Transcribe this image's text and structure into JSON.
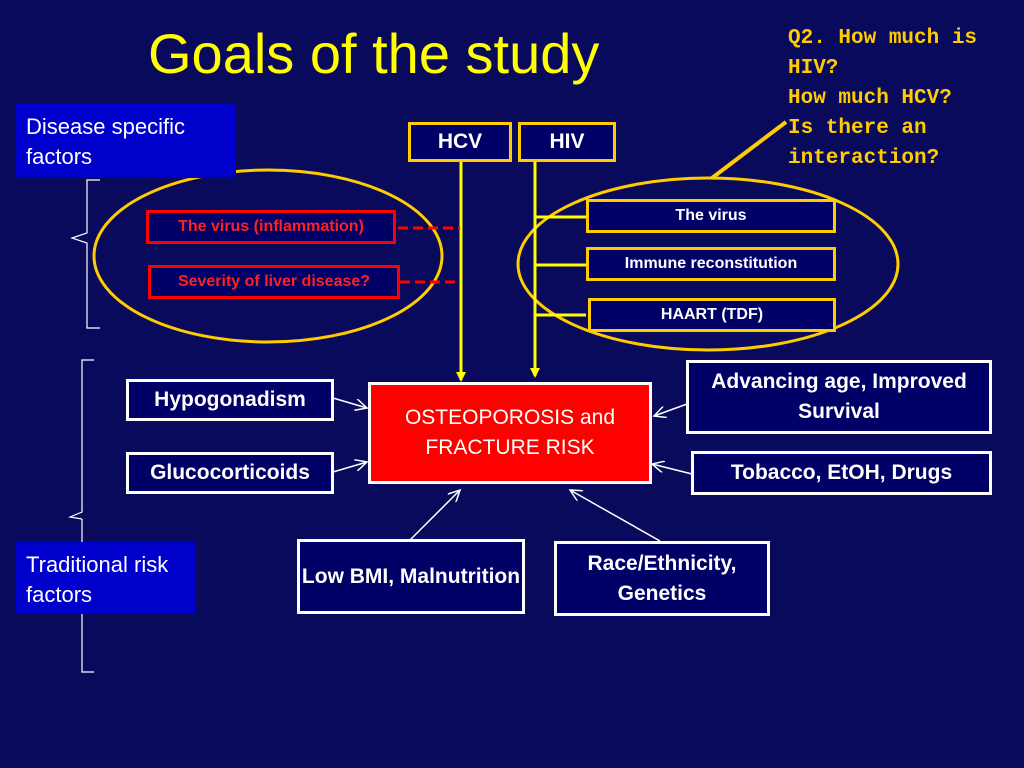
{
  "title": "Goals of the study",
  "question": [
    "Q2. How much is",
    "HIV?",
    "How much HCV?",
    "Is there an",
    "interaction?"
  ],
  "disease_specific": "Disease specific factors",
  "traditional": "Traditional risk factors",
  "hcv": "HCV",
  "hiv": "HIV",
  "hcv_factors": {
    "virus": "The virus (inflammation)",
    "severity": "Severity of liver disease?"
  },
  "hiv_factors": {
    "virus": "The virus",
    "immune": "Immune reconstitution",
    "haart": "HAART (TDF)"
  },
  "center": "OSTEOPOROSIS and FRACTURE RISK",
  "risk_factors": {
    "hypogonadism": "Hypogonadism",
    "glucocorticoids": "Glucocorticoids",
    "age": "Advancing age, Improved Survival",
    "tobacco": "Tobacco, EtOH, Drugs",
    "bmi": "Low BMI, Malnutrition",
    "race": "Race/Ethnicity, Genetics"
  },
  "colors": {
    "background": "#0a0a5c",
    "title": "#ffff00",
    "question": "#ffcc00",
    "accent_red": "#ff0000",
    "label_blue": "#0000cc"
  }
}
